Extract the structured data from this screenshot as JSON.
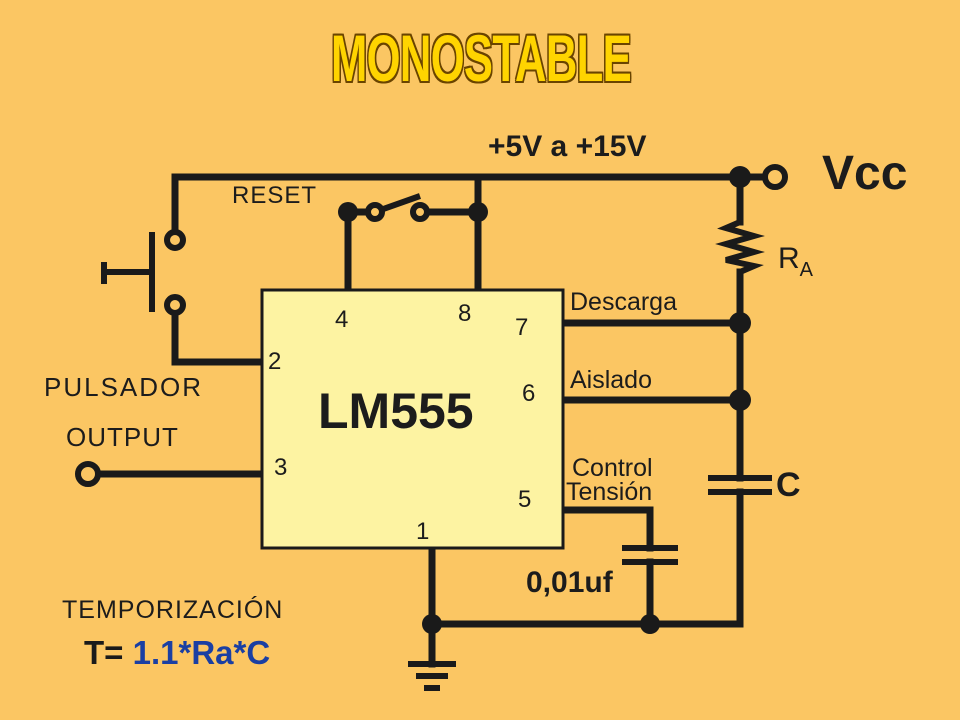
{
  "title": "MONOSTABLE",
  "supply": {
    "range": "+5V a +15V",
    "vcc_label": "Vcc"
  },
  "switch": {
    "reset_label": "RESET"
  },
  "inputs": {
    "pulsador_label": "PULSADOR",
    "output_label": "OUTPUT"
  },
  "chip": {
    "name": "LM555",
    "pins": {
      "p1": "1",
      "p2": "2",
      "p3": "3",
      "p4": "4",
      "p5": "5",
      "p6": "6",
      "p7": "7",
      "p8": "8"
    }
  },
  "pin_labels": {
    "descarga": "Descarga",
    "aislado": "Aislado",
    "control_line1": "Control",
    "control_line2": "Tensión"
  },
  "components": {
    "resistor_main": "R",
    "resistor_sub": "A",
    "capacitor": "C",
    "control_cap_value": "0,01uf"
  },
  "timing": {
    "heading": "TEMPORIZACIÓN",
    "formula_lhs": "T=",
    "formula_rhs": "1.1*Ra*C"
  },
  "colors": {
    "background": "#fbc663",
    "chip": "#fdf3a2",
    "wire": "#1a1a1a",
    "title": "#ffd400",
    "formula": "#1a3fa3"
  }
}
